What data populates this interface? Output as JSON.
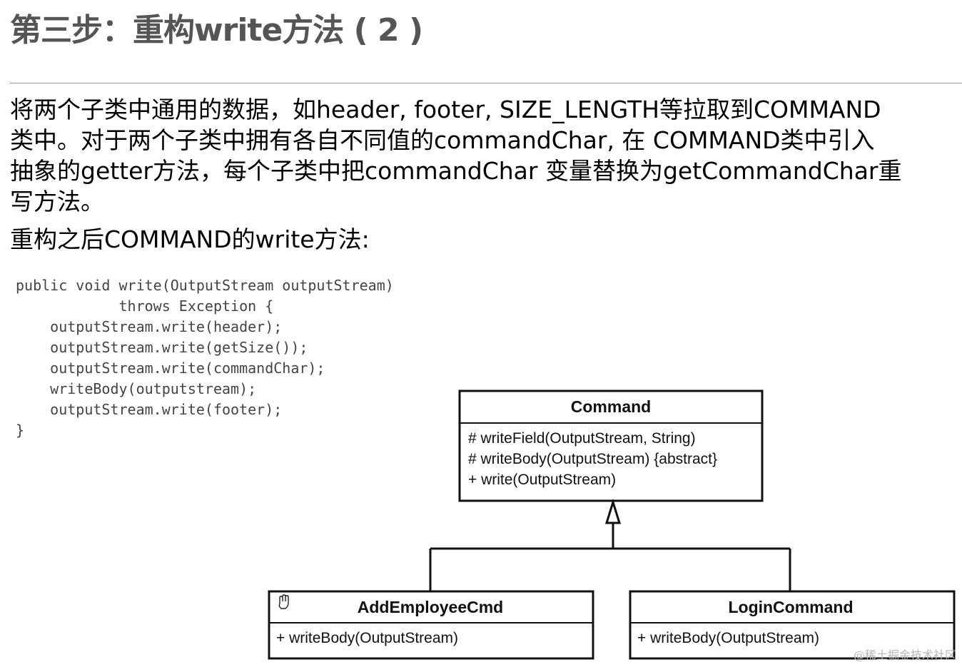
{
  "title": "第三步：重构write方法 ( 2 )",
  "paragraph_lines": [
    "将两个子类中通用的数据，如header, footer, SIZE_LENGTH等拉取到COMMAND",
    "类中。对于两个子类中拥有各自不同值的commandChar, 在 COMMAND类中引入",
    "抽象的getter方法，每个子类中把commandChar 变量替换为getCommandChar重",
    "写方法。"
  ],
  "subheading": "重构之后COMMAND的write方法:",
  "code_lines": [
    "public void write(OutputStream outputStream)",
    "            throws Exception {",
    "    outputStream.write(header);",
    "    outputStream.write(getSize());",
    "    outputStream.write(commandChar);",
    "    writeBody(outputstream);",
    "    outputStream.write(footer);",
    "}"
  ],
  "uml": {
    "parent": {
      "name": "Command",
      "members": [
        "# writeField(OutputStream, String)",
        "# writeBody(OutputStream) {abstract}",
        "+ write(OutputStream)"
      ]
    },
    "children": [
      {
        "name": "AddEmployeeCmd",
        "members": [
          "+ writeBody(OutputStream)"
        ]
      },
      {
        "name": "LoginCommand",
        "members": [
          "+ writeBody(OutputStream)"
        ]
      }
    ]
  },
  "watermark": "@稀土掘金技术社区",
  "icons": {
    "cursor": "hand-cursor-icon"
  }
}
